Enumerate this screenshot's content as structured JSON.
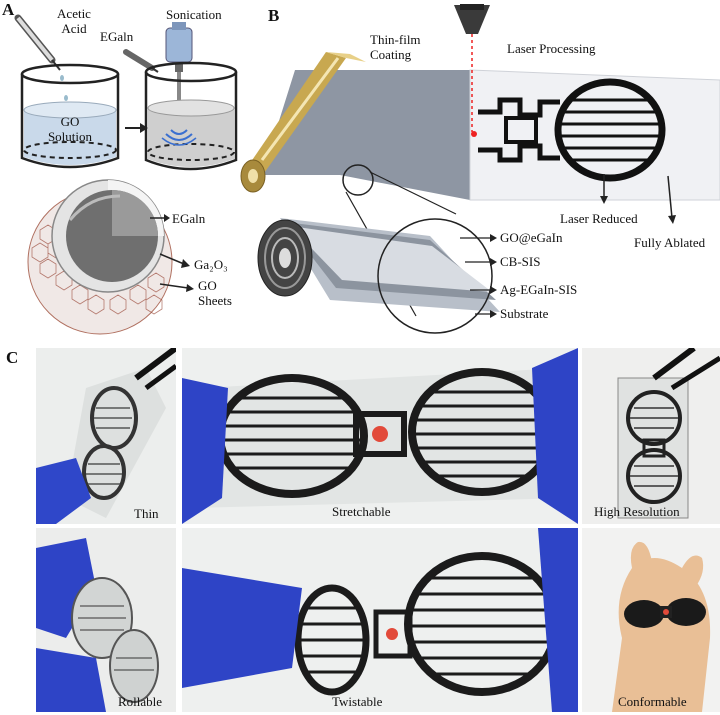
{
  "panels": {
    "a": "A",
    "b": "B",
    "c": "C"
  },
  "panel_a": {
    "acetic_acid": "Acetic Acid",
    "sonication": "Sonication",
    "egaln_pipette": "EGaln",
    "go_solution": "GO Solution",
    "egaln_core": "EGaln",
    "ga2o3": "Ga₂O₃",
    "go_sheets": "GO Sheets"
  },
  "panel_b": {
    "thin_film_coating": "Thin-film Coating",
    "laser_processing": "Laser Processing",
    "laser_reduced": "Laser Reduced",
    "fully_ablated": "Fully Ablated",
    "layers": [
      "GO@eGaIn",
      "CB-SIS",
      "Ag-EGaIn-SIS",
      "Substrate"
    ]
  },
  "panel_c": {
    "captions": [
      "Thin",
      "Stretchable",
      "High Resolution",
      "Rollable",
      "Twistable",
      "Conformable"
    ]
  }
}
